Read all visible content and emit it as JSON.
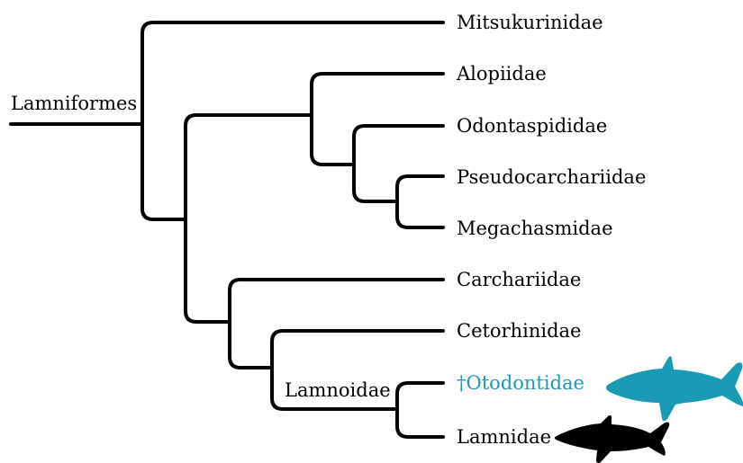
{
  "clade_labels": {
    "root": "Lamniformes",
    "lamnoidae": "Lamnoidae"
  },
  "taxa": [
    {
      "label": "Mitsukurinidae",
      "extinct": false
    },
    {
      "label": "Alopiidae",
      "extinct": false
    },
    {
      "label": "Odontaspididae",
      "extinct": false
    },
    {
      "label": "Pseudocarchariidae",
      "extinct": false
    },
    {
      "label": "Megachasmidae",
      "extinct": false
    },
    {
      "label": "Carchariidae",
      "extinct": false
    },
    {
      "label": "Cetorhinidae",
      "extinct": false
    },
    {
      "label": "†Otodontidae",
      "extinct": true,
      "silhouette": "shark-silhouette-icon"
    },
    {
      "label": "Lamnidae",
      "extinct": false,
      "silhouette": "shark-silhouette-icon"
    }
  ],
  "colors": {
    "branch": "#000000",
    "text": "#000000",
    "extinct": "#1a9bb5",
    "otodontidae_silhouette": "#1a9bb5",
    "lamnidae_silhouette": "#000000"
  }
}
